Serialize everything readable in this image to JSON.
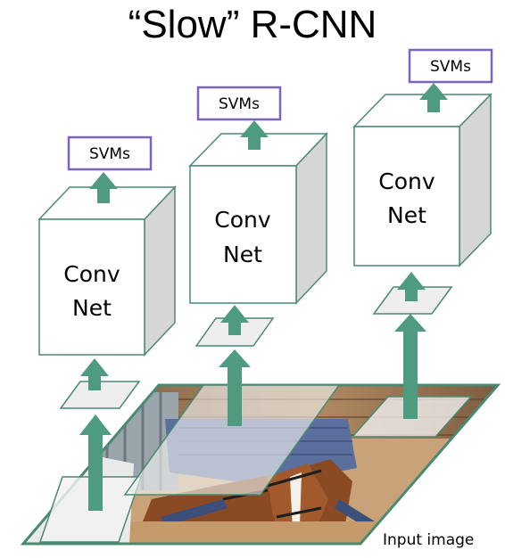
{
  "title": "“Slow” R-CNN",
  "input_label": "Input image",
  "conv_nets": [
    {
      "line1": "Conv",
      "line2": "Net"
    },
    {
      "line1": "Conv",
      "line2": "Net"
    },
    {
      "line1": "Conv",
      "line2": "Net"
    }
  ],
  "svms": [
    "SVMs",
    "SVMs",
    "SVMs"
  ],
  "colors": {
    "arrow": "#4f9b7f",
    "box_outline": "#4a8a70",
    "svm_border": "#7d63c0",
    "box_side": "#d6d6d6",
    "region_fill": "#eeeeee"
  }
}
